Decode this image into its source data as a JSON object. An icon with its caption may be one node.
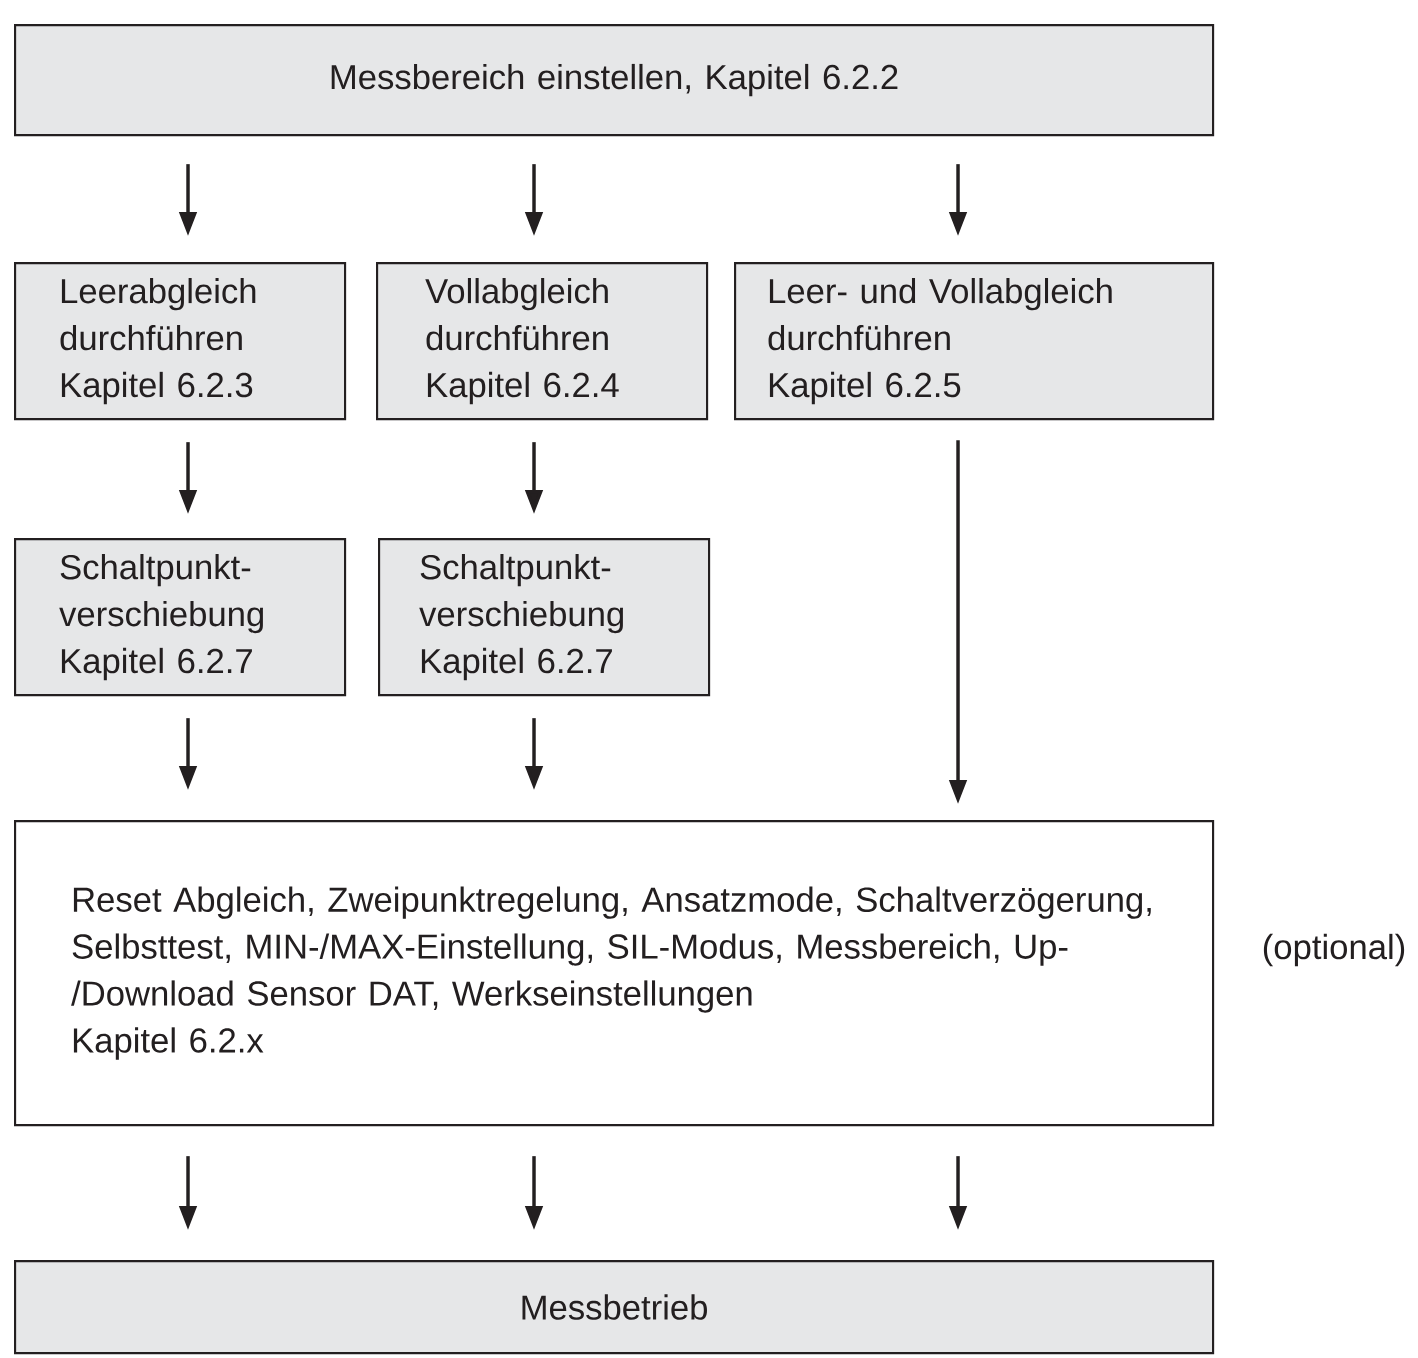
{
  "diagram": {
    "nodes": [
      {
        "text": [
          "Messbereich einstellen, Kapitel 6.2.2"
        ]
      },
      {
        "text": [
          "Leerabgleich durchführen",
          "Kapitel 6.2.3"
        ]
      },
      {
        "text": [
          "Vollabgleich durchführen",
          "Kapitel 6.2.4"
        ]
      },
      {
        "text": [
          "Leer- und Vollabgleich durchführen",
          "Kapitel 6.2.5"
        ]
      },
      {
        "text": [
          "Schaltpunkt-verschiebung",
          "Kapitel 6.2.7"
        ]
      },
      {
        "text": [
          "Schaltpunkt-verschiebung",
          "Kapitel 6.2.7"
        ]
      },
      {
        "text": [
          "Reset Abgleich, Zweipunktregelung, Ansatzmode, Schaltverzögerung, Selbsttest, MIN-/MAX-Einstellung, SIL-Modus, Messbereich, Up-/Download Sensor DAT, Werkseinstellungen",
          "Kapitel 6.2.x"
        ]
      },
      {
        "text": [
          "Messbetrieb"
        ]
      }
    ],
    "edges": [
      {
        "from": 0,
        "to": 1,
        "arrow": "to"
      },
      {
        "from": 0,
        "to": 2,
        "arrow": "to"
      },
      {
        "from": 0,
        "to": 3,
        "arrow": "to"
      },
      {
        "from": 1,
        "to": 4,
        "arrow": "to"
      },
      {
        "from": 2,
        "to": 5,
        "arrow": "to"
      },
      {
        "from": 3,
        "to": 6,
        "arrow": "to"
      },
      {
        "from": 4,
        "to": 6,
        "arrow": "to"
      },
      {
        "from": 5,
        "to": 6,
        "arrow": "to"
      },
      {
        "from": 6,
        "to": 7,
        "arrow": "to"
      },
      {
        "from": 6,
        "to": 7,
        "arrow": "to"
      },
      {
        "from": 6,
        "to": 7,
        "arrow": "to"
      }
    ],
    "labels": [
      "(optional)"
    ]
  }
}
